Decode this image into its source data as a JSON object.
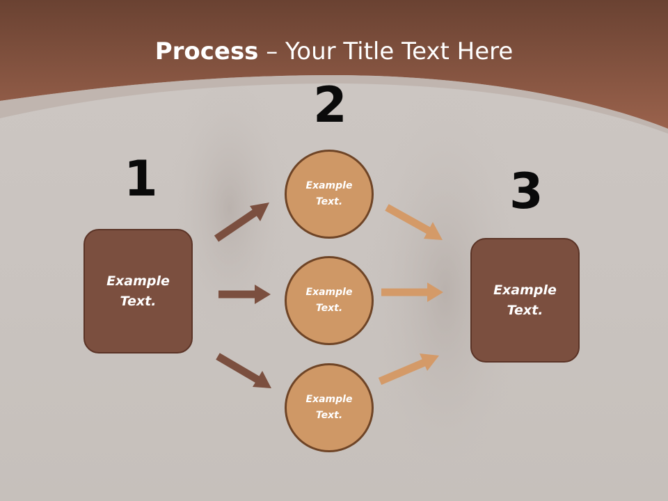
{
  "title": {
    "bold": "Process",
    "rest": " – Your Title Text Here"
  },
  "steps": {
    "one": {
      "number": "1",
      "text": "Example Text."
    },
    "two": {
      "number": "2",
      "circles": [
        "Example Text.",
        "Example Text.",
        "Example Text."
      ]
    },
    "three": {
      "number": "3",
      "text": "Example Text."
    }
  },
  "colors": {
    "header": "#8a5644",
    "box_fill": "#7b4f3f",
    "circle_fill": "#cf9866",
    "arrow_dark": "#7b4f3f",
    "arrow_light": "#d49a68"
  }
}
